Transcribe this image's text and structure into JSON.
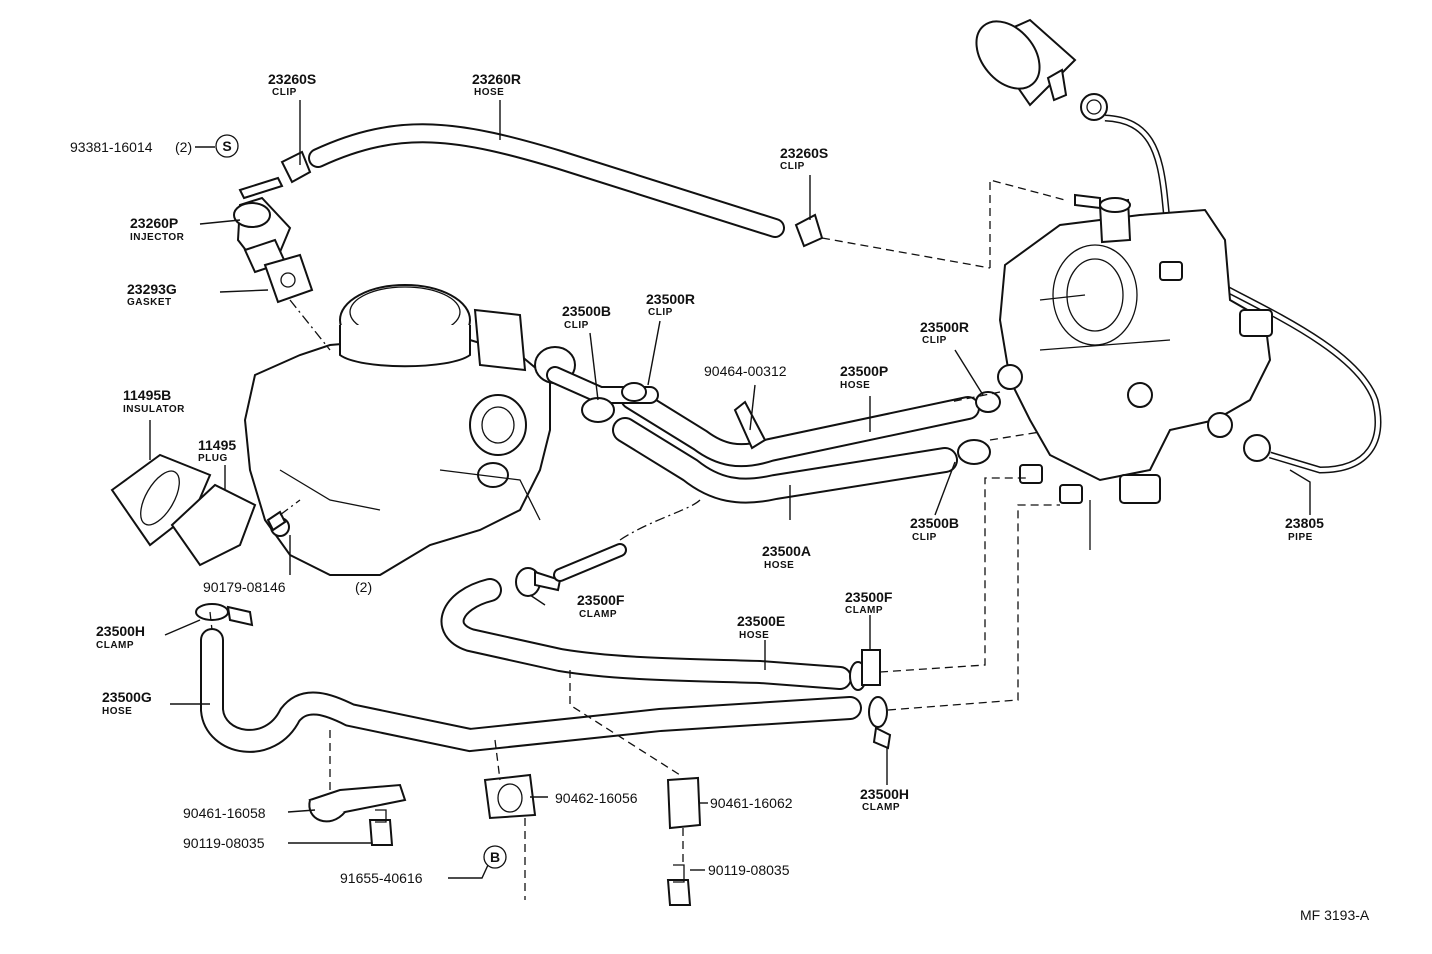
{
  "figure_code": "MF 3193-A",
  "callouts": [
    {
      "id": "c1",
      "part": "23260S",
      "desc": "CLIP"
    },
    {
      "id": "c2",
      "part": "23260R",
      "desc": "HOSE"
    },
    {
      "id": "c3",
      "part": "93381-16014",
      "qty": "(2)",
      "symbol": "S"
    },
    {
      "id": "c4",
      "part": "23260S",
      "desc": "CLIP"
    },
    {
      "id": "c5",
      "part": "23260P",
      "desc": "INJECTOR"
    },
    {
      "id": "c6",
      "part": "23293G",
      "desc": "GASKET"
    },
    {
      "id": "c7",
      "part": "23500B",
      "desc": "CLIP"
    },
    {
      "id": "c8",
      "part": "23500R",
      "desc": "CLIP"
    },
    {
      "id": "c9",
      "part": "90464-00312"
    },
    {
      "id": "c10",
      "part": "23500P",
      "desc": "HOSE"
    },
    {
      "id": "c11",
      "part": "23500R",
      "desc": "CLIP"
    },
    {
      "id": "c12",
      "part": "11495B",
      "desc": "INSULATOR"
    },
    {
      "id": "c13",
      "part": "11495",
      "desc": "PLUG"
    },
    {
      "id": "c14",
      "part": "23500A",
      "desc": "HOSE"
    },
    {
      "id": "c15",
      "part": "23500B",
      "desc": "CLIP"
    },
    {
      "id": "c16",
      "part": "23805",
      "desc": "PIPE"
    },
    {
      "id": "c17",
      "part": "90179-08146",
      "qty": "(2)"
    },
    {
      "id": "c18",
      "part": "23500F",
      "desc": "CLAMP"
    },
    {
      "id": "c19",
      "part": "23500F",
      "desc": "CLAMP"
    },
    {
      "id": "c20",
      "part": "23500H",
      "desc": "CLAMP"
    },
    {
      "id": "c21",
      "part": "23500E",
      "desc": "HOSE"
    },
    {
      "id": "c22",
      "part": "23500G",
      "desc": "HOSE"
    },
    {
      "id": "c23",
      "part": "23500H",
      "desc": "CLAMP"
    },
    {
      "id": "c24",
      "part": "90461-16058"
    },
    {
      "id": "c25",
      "part": "90462-16056"
    },
    {
      "id": "c26",
      "part": "90461-16062"
    },
    {
      "id": "c27",
      "part": "90119-08035"
    },
    {
      "id": "c28",
      "part": "90119-08035"
    },
    {
      "id": "c29",
      "part": "91655-40616",
      "symbol": "B"
    }
  ]
}
